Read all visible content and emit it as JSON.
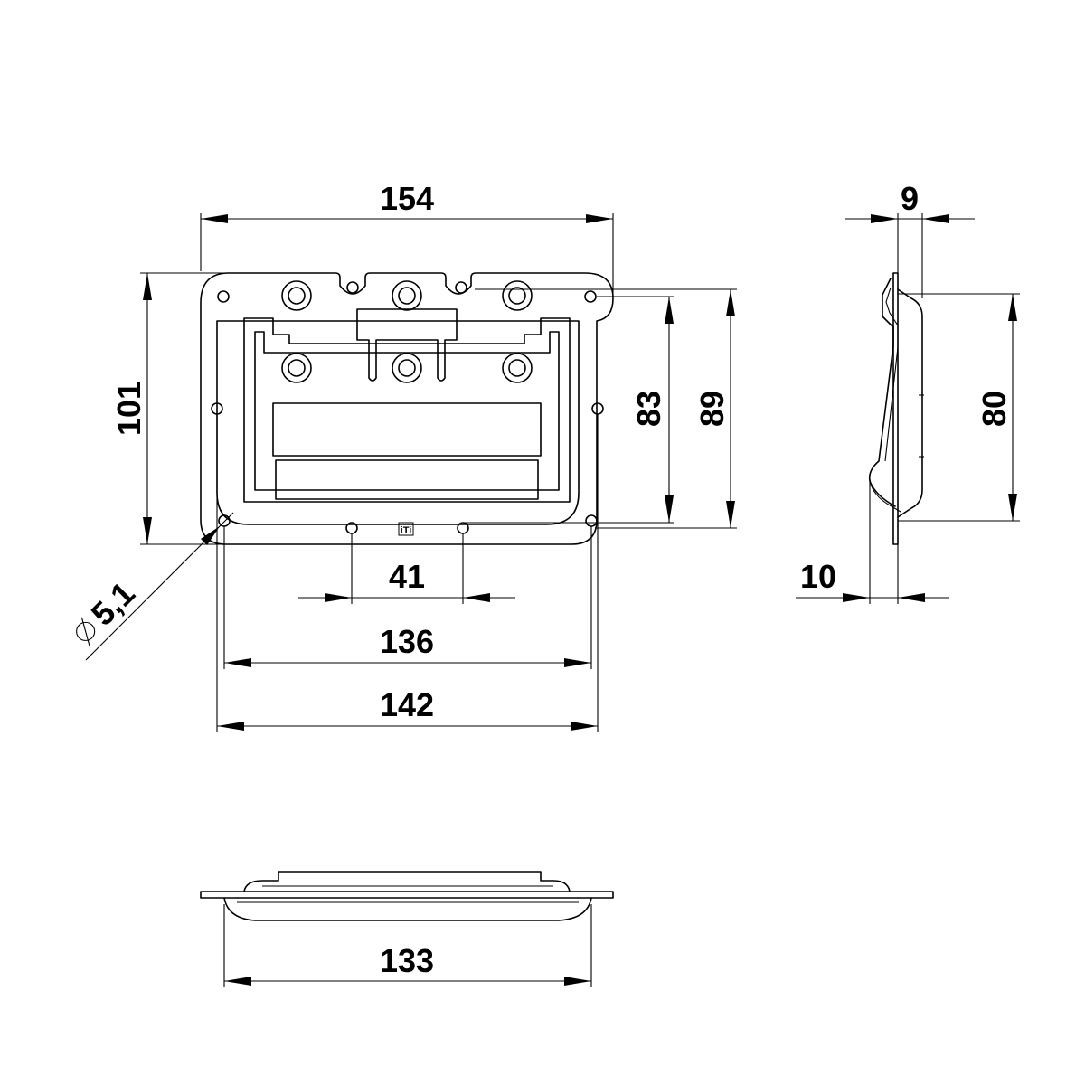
{
  "dimensions": {
    "overall_width": "154",
    "overall_height": "101",
    "hole_height_inner": "83",
    "hole_height_outer": "89",
    "hole_spacing_center": "41",
    "hole_span_inner": "136",
    "hole_span_outer": "142",
    "hole_diameter": "5,1",
    "side_thickness": "9",
    "side_depth": "10",
    "side_height": "80",
    "bottom_width": "133"
  },
  "logo_mark": "iTi"
}
